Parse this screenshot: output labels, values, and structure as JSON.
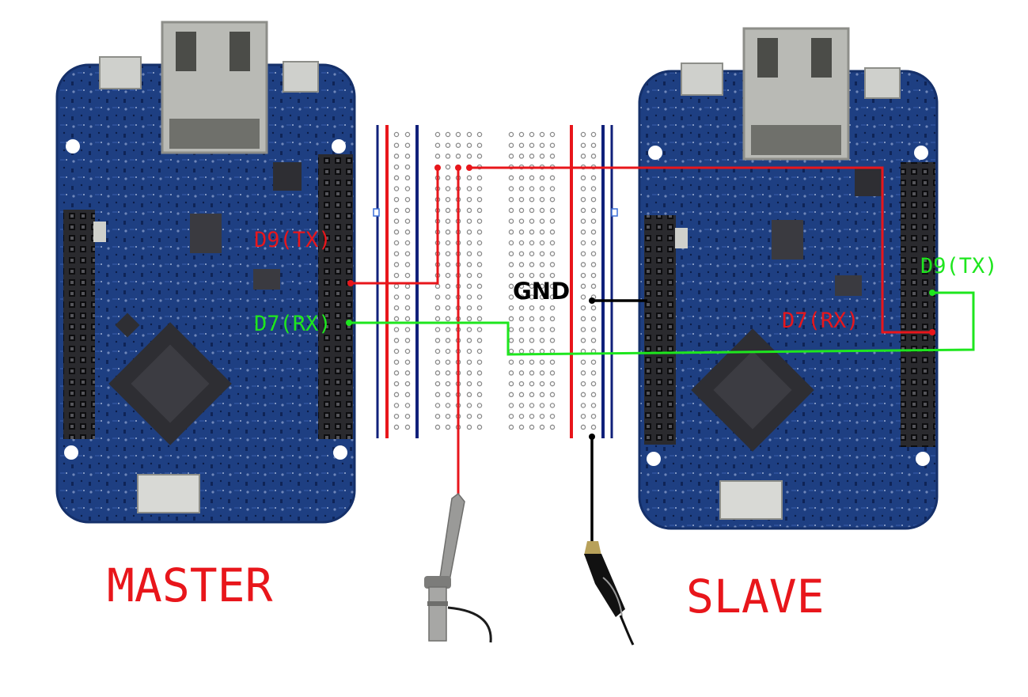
{
  "labels": {
    "master": "MASTER",
    "slave": "SLAVE",
    "gnd": "GND",
    "master_tx": "D9(TX)",
    "master_rx": "D7(RX)",
    "slave_tx": "D9(TX)",
    "slave_rx": "D7(RX)"
  },
  "colors": {
    "tx_wire": "#e8161b",
    "rx_wire": "#1ee61e",
    "gnd_wire": "#000000",
    "board": "#1b3a78",
    "rail_red": "#e8161b",
    "rail_blue": "#10207a"
  },
  "components": {
    "boards": [
      "master-board",
      "slave-board"
    ],
    "breadboard": "breadboard",
    "probes": [
      "oscilloscope-probe",
      "ground-alligator-clip"
    ]
  }
}
